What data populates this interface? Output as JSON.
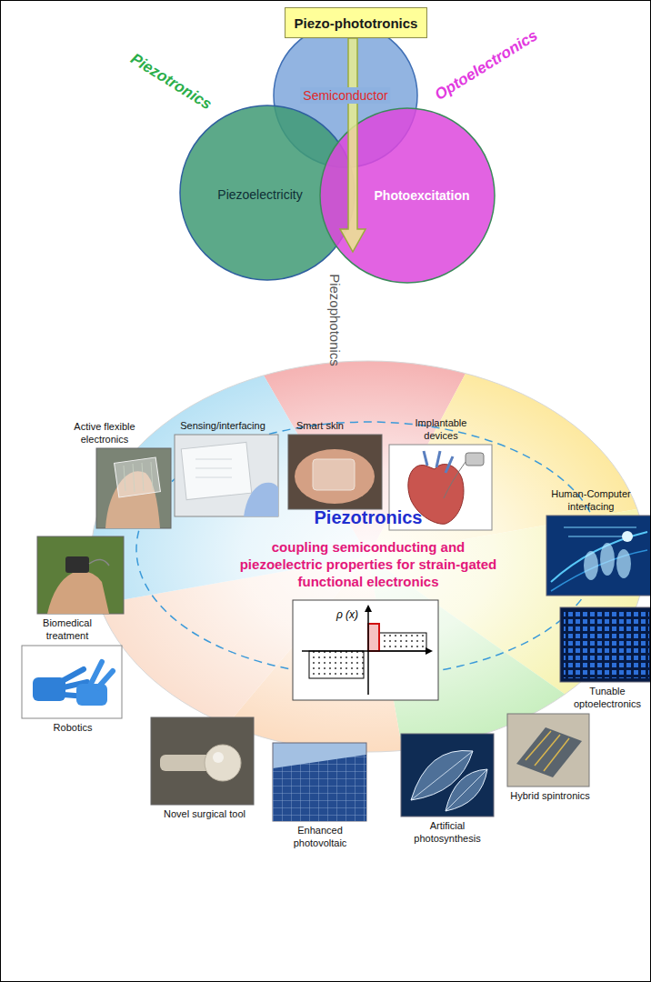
{
  "diagram": {
    "nodes": [
      {
        "text": [
          "Piezo-phototronics"
        ]
      },
      {
        "text": [
          "Semiconductor"
        ]
      },
      {
        "text": [
          "Piezoelectricity"
        ]
      },
      {
        "text": [
          "Photoexcitation"
        ]
      },
      {
        "text": [
          "Piezotronics",
          "coupling semiconducting and piezoelectric properties for strain-gated functional electronics"
        ]
      },
      {
        "text": [
          "Active flexible electronics"
        ]
      },
      {
        "text": [
          "Sensing/interfacing"
        ]
      },
      {
        "text": [
          "Smart skin"
        ]
      },
      {
        "text": [
          "Implantable devices"
        ]
      },
      {
        "text": [
          "Human-Computer interfacing"
        ]
      },
      {
        "text": [
          "Tunable optoelectronics"
        ]
      },
      {
        "text": [
          "Hybrid spintronics"
        ]
      },
      {
        "text": [
          "Artificial photosynthesis"
        ]
      },
      {
        "text": [
          "Enhanced photovoltaic"
        ]
      },
      {
        "text": [
          "Novel surgical tool"
        ]
      },
      {
        "text": [
          "Robotics"
        ]
      },
      {
        "text": [
          "Biomedical treatment"
        ]
      }
    ],
    "labels": [
      "Piezotronics",
      "Optoelectronics",
      "Piezophotonics",
      "ρ (x)"
    ]
  }
}
